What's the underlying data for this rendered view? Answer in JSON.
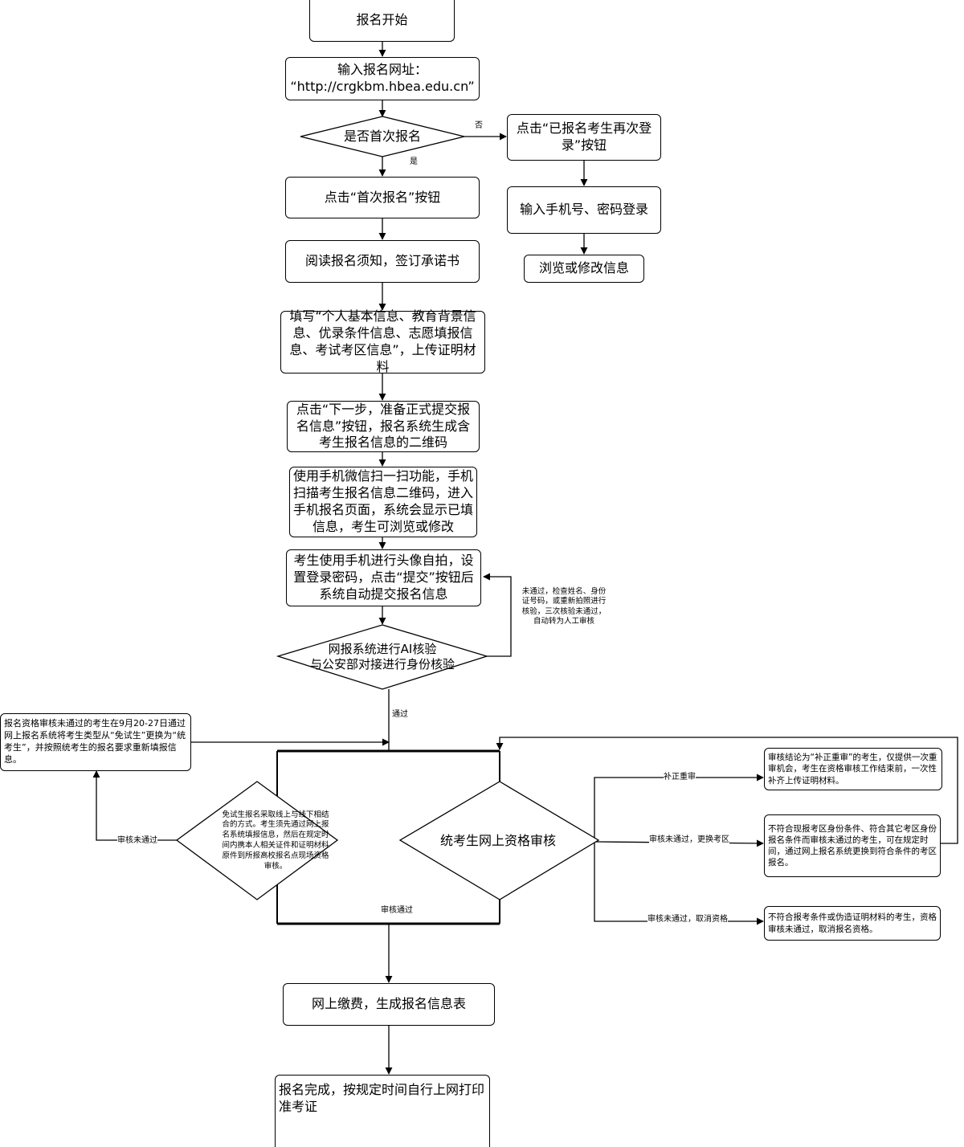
{
  "nodes": {
    "start": "报名开始",
    "url": "输入报名网址：\n“http://crgkbm.hbea.edu.cn”",
    "first_q": "是否首次报名",
    "first_btn": "点击“首次报名”按钮",
    "read": "阅读报名须知，签订承诺书",
    "fill": "填写“个人基本信息、教育背景信息、优录条件信息、志愿填报信息、考试考区信息”，上传证明材料",
    "next": "点击“下一步，准备正式提交报名信息”按钮，报名系统生成含考生报名信息的二维码",
    "wechat": "使用手机微信扫一扫功能，手机扫描考生报名信息二维码，进入手机报名页面，系统会显示已填信息，考生可浏览或修改",
    "photo": "考生使用手机进行头像自拍，设置登录密码，点击“提交”按钮后系统自动提交报名信息",
    "ai_check": "网报系统进行AI核验\n与公安部对接进行身份核验",
    "relogin": "点击“已报名考生再次登录”按钮",
    "phone_login": "输入手机号、密码登录",
    "browse": "浏览或修改信息",
    "exempt_note": "报名资格审核未通过的考生在9月20-27日通过网上报名系统将考生类型从“免试生”更换为“统考生”，并按照统考生的报名要求重新填报信息。",
    "exempt_review": "免试生报名采取线上与线下相结合的方式。考生须先通过网上报名系统填报信息，然后在规定时间内携本人相关证件和证明材料原件到所报高校报名点现场资格审核。",
    "unified_review": "统考生网上资格审核",
    "supp_note": "审核结论为“补正重审”的考生，仅提供一次重审机会，考生在资格审核工作结束前，一次性补齐上传证明材料。",
    "change_note": "不符合现报考区身份条件、符合其它考区身份报名条件而审核未通过的考生，可在规定时间，通过网上报名系统更换到符合条件的考区报名。",
    "cancel_note": "不符合报考条件或伪造证明材料的考生，资格审核未通过，取消报名资格。",
    "pay": "网上缴费，生成报名信息表",
    "done": "报名完成，按规定时间自行上网打印准考证"
  },
  "labels": {
    "no": "否",
    "yes": "是",
    "fail_retry": "未通过，检查姓名、身份证号码，或重新拍照进行核验，三次核验未通过，自动转为人工审核",
    "pass": "通过",
    "exempt_fail": "审核未通过",
    "supp": "补正重审",
    "change_area": "审核未通过，更换考区",
    "cancel": "审核未通过，取消资格",
    "review_pass": "审核通过"
  }
}
